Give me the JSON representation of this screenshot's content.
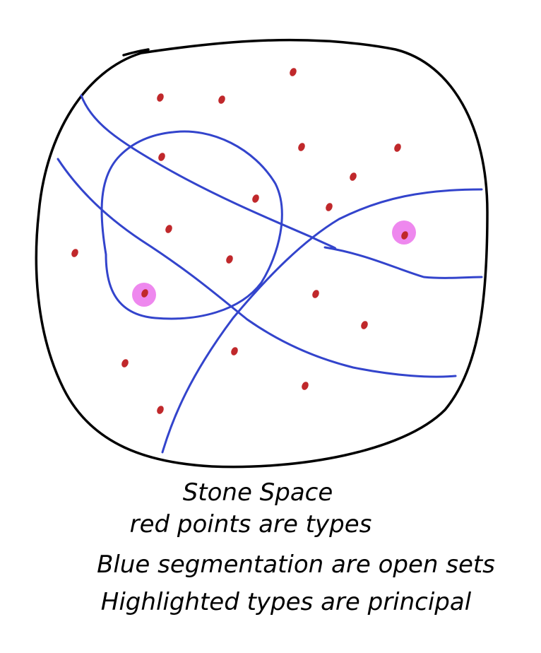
{
  "caption": {
    "title": "Stone Space",
    "red_points": "red points are types",
    "blue_lines": "Blue segmentation are open sets",
    "highlights": "Highlighted types are principal"
  },
  "colors": {
    "outline": "#000000",
    "open_sets": "#3344cc",
    "types": "#c0282b",
    "principal_highlight": "#ee88ee"
  },
  "diagram": {
    "type_points_count": 20,
    "principal_types_count": 2
  }
}
